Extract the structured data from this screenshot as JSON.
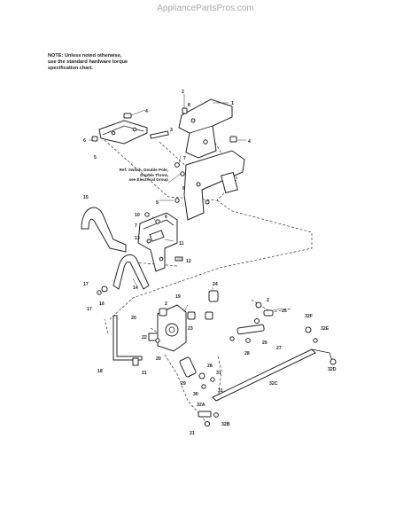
{
  "watermark": "AppliancePartsPros.com",
  "note": [
    "NOTE: Unless noted otherwise,",
    "use the standard hardware torque",
    "specification chart."
  ],
  "ref_note": [
    "Ref: Switch, Double Pole,",
    "Double Throw,",
    "see Electrical Group"
  ],
  "callouts": [
    {
      "id": "c1",
      "label": "1"
    },
    {
      "id": "c2a",
      "label": "2"
    },
    {
      "id": "c2b",
      "label": "2"
    },
    {
      "id": "c2c",
      "label": "2"
    },
    {
      "id": "c3",
      "label": "3"
    },
    {
      "id": "c4a",
      "label": "4"
    },
    {
      "id": "c4b",
      "label": "4"
    },
    {
      "id": "c5",
      "label": "5"
    },
    {
      "id": "c6a",
      "label": "6"
    },
    {
      "id": "c6b",
      "label": "6"
    },
    {
      "id": "c6c",
      "label": "6"
    },
    {
      "id": "c7a",
      "label": "7"
    },
    {
      "id": "c7b",
      "label": "7"
    },
    {
      "id": "c8",
      "label": "8"
    },
    {
      "id": "c9",
      "label": "9"
    },
    {
      "id": "c10",
      "label": "10"
    },
    {
      "id": "c11",
      "label": "11"
    },
    {
      "id": "c12",
      "label": "12"
    },
    {
      "id": "c13",
      "label": "13"
    },
    {
      "id": "c14",
      "label": "14"
    },
    {
      "id": "c15",
      "label": "15"
    },
    {
      "id": "c16",
      "label": "16"
    },
    {
      "id": "c17a",
      "label": "17"
    },
    {
      "id": "c17b",
      "label": "17"
    },
    {
      "id": "c18",
      "label": "18"
    },
    {
      "id": "c19",
      "label": "19"
    },
    {
      "id": "c20a",
      "label": "20"
    },
    {
      "id": "c20b",
      "label": "20"
    },
    {
      "id": "c21a",
      "label": "21"
    },
    {
      "id": "c21b",
      "label": "21"
    },
    {
      "id": "c22",
      "label": "22"
    },
    {
      "id": "c23",
      "label": "23"
    },
    {
      "id": "c24",
      "label": "24"
    },
    {
      "id": "c25",
      "label": "25"
    },
    {
      "id": "c26",
      "label": "26"
    },
    {
      "id": "c27",
      "label": "27"
    },
    {
      "id": "c28a",
      "label": "28"
    },
    {
      "id": "c28b",
      "label": "28"
    },
    {
      "id": "c29",
      "label": "29"
    },
    {
      "id": "c30",
      "label": "30"
    },
    {
      "id": "c31a",
      "label": "31"
    },
    {
      "id": "c31b",
      "label": "31"
    },
    {
      "id": "c32a",
      "label": "32A"
    },
    {
      "id": "c32b",
      "label": "32B"
    },
    {
      "id": "c32c",
      "label": "32C"
    },
    {
      "id": "c32d",
      "label": "32D"
    },
    {
      "id": "c32e",
      "label": "32E"
    },
    {
      "id": "c32f",
      "label": "32F"
    }
  ]
}
